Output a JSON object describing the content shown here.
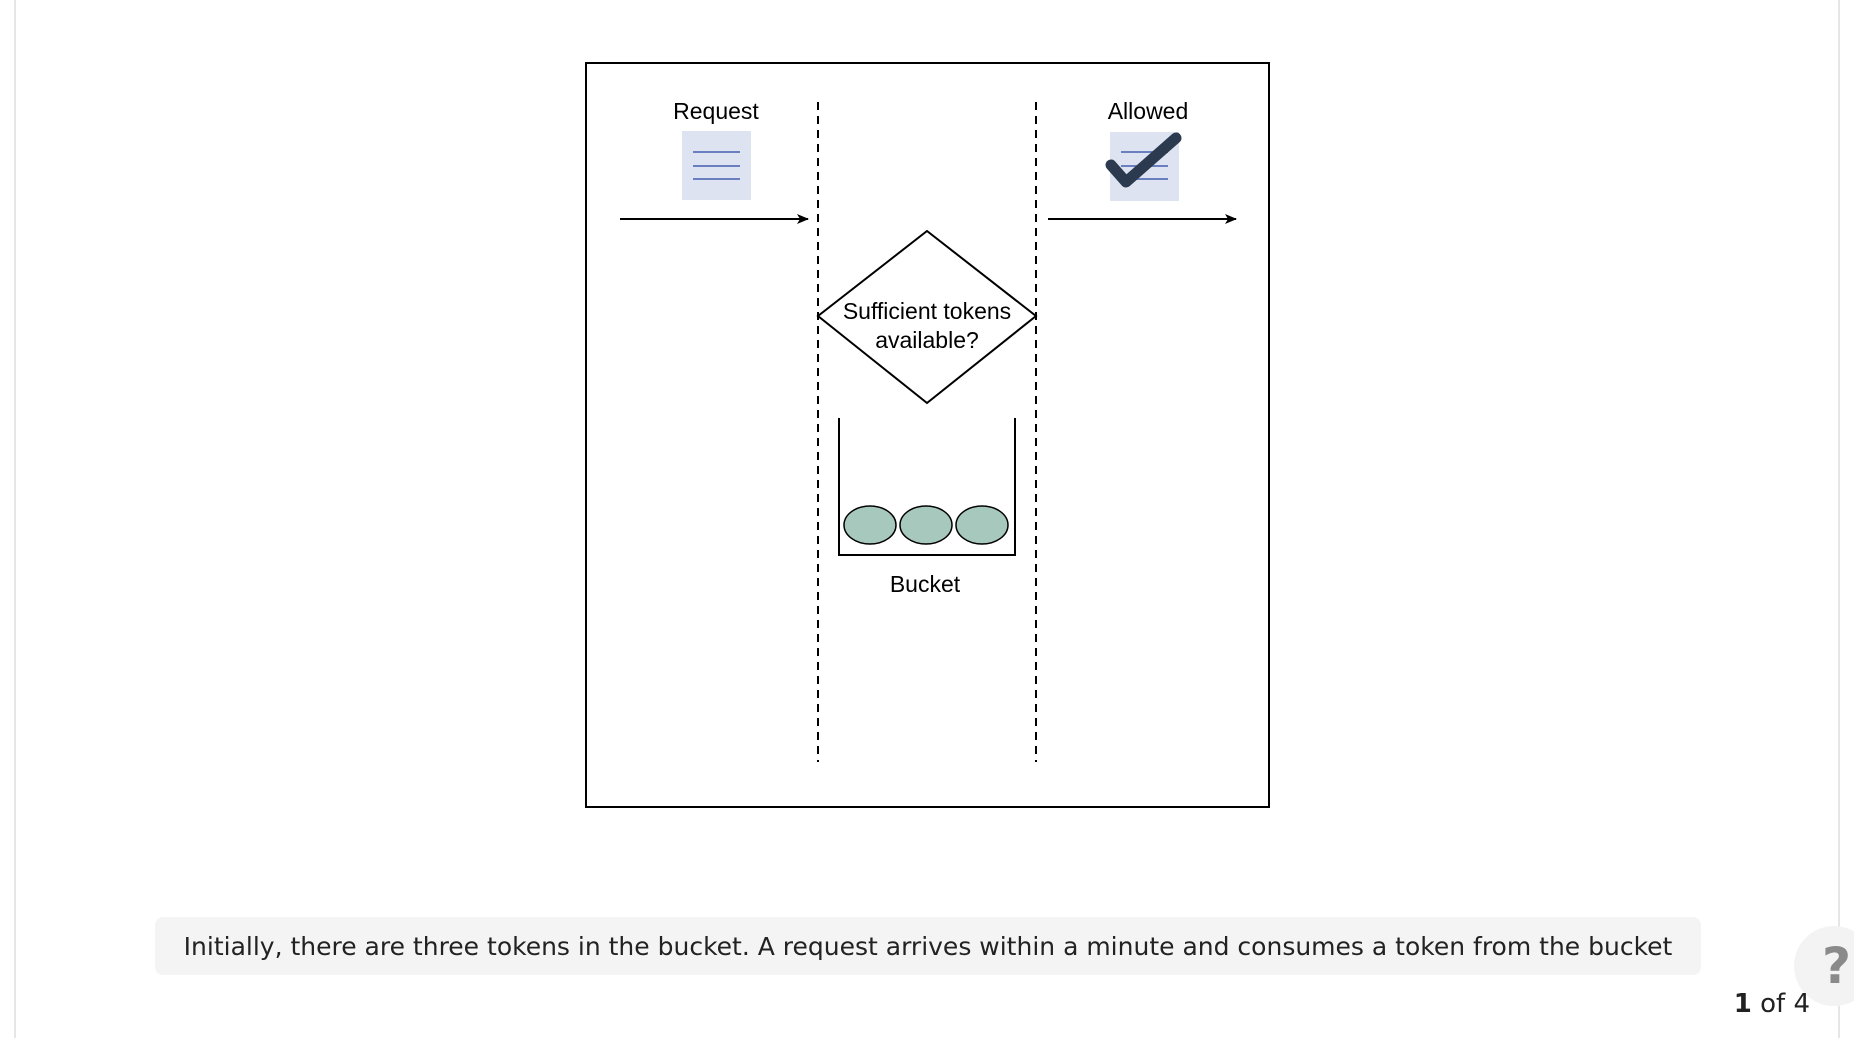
{
  "diagram": {
    "request_label": "Request",
    "allowed_label": "Allowed",
    "decision_label_line1": "Sufficient tokens",
    "decision_label_line2": "available?",
    "bucket_label": "Bucket",
    "token_count": 3,
    "colors": {
      "document_bg": "#dde3f1",
      "document_lines": "#6a7fbf",
      "token_fill": "#a7c8bd",
      "check_mark": "#2b3a4f"
    },
    "icons": [
      "document-icon",
      "check-icon"
    ]
  },
  "caption": {
    "text": "Initially, there are three tokens in the bucket. A request arrives within a minute and consumes a token from the bucket"
  },
  "help": {
    "label": "?"
  },
  "pager": {
    "current": "1",
    "of_total": "of 4"
  }
}
